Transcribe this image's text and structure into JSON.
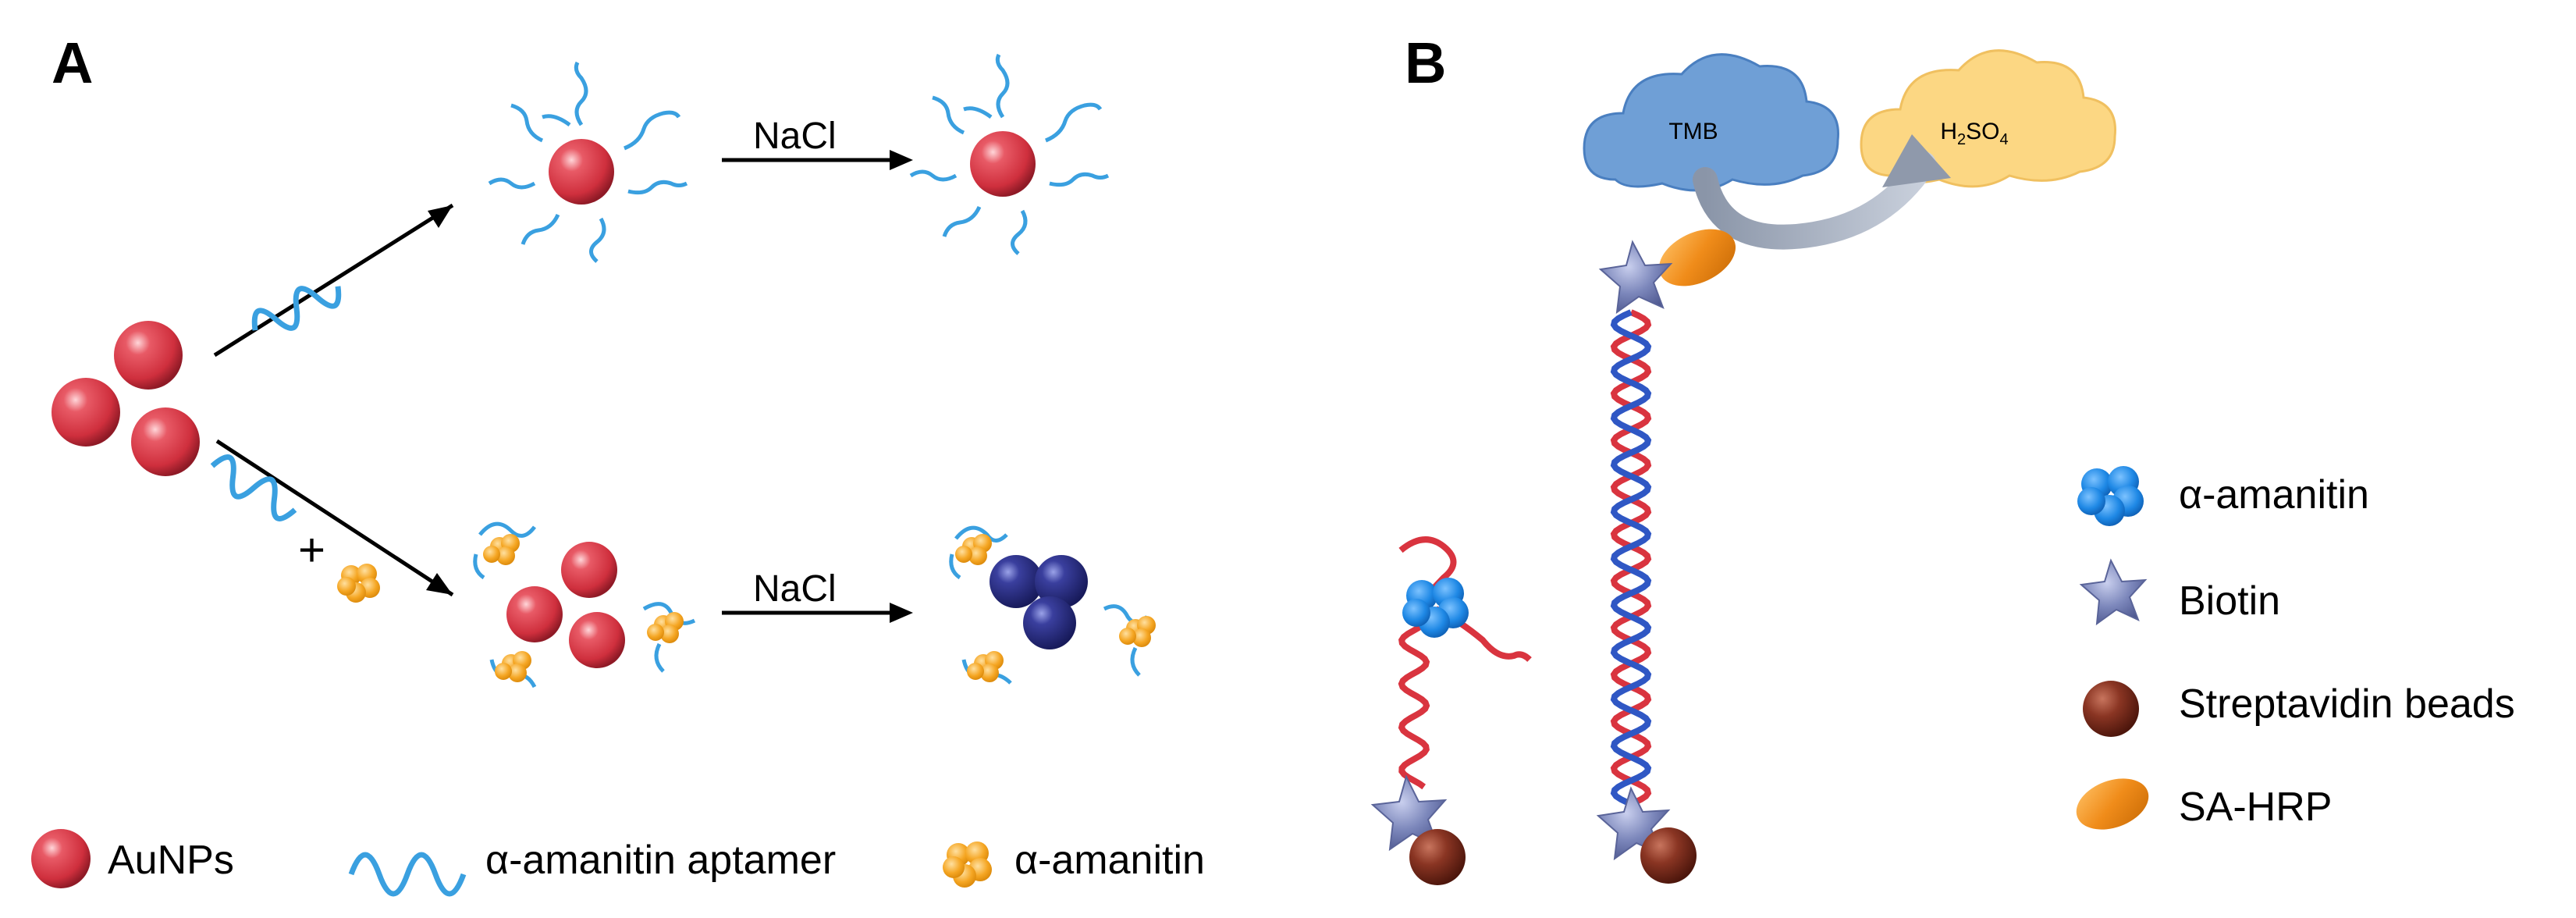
{
  "panel_a": {
    "label": "A",
    "arrow_label_top": "NaCl",
    "arrow_label_bottom": "NaCl",
    "plus_sign": "+",
    "legend": {
      "aunps": "AuNPs",
      "aptamer": "α-amanitin aptamer",
      "amanitin": "α-amanitin"
    }
  },
  "panel_b": {
    "label": "B",
    "cloud_left": "TMB",
    "cloud_right_main": "H",
    "cloud_right_sub1": "2",
    "cloud_right_mid": "SO",
    "cloud_right_sub2": "4",
    "legend": {
      "amanitin": "α-amanitin",
      "biotin": "Biotin",
      "beads": "Streptavidin beads",
      "sahrp": "SA-HRP"
    }
  },
  "colors": {
    "aunp_red": "#d63a48",
    "aunp_dark": "#9e1f2c",
    "aggregate_blue": "#2c2f8a",
    "aptamer_blue": "#3aa0e0",
    "amanitin_orange": "#f5a623",
    "amanitin_blue": "#1e88e5",
    "biotin_star": "#7b86b8",
    "bead_brown": "#7a2e1e",
    "sahrp_orange": "#f08c1a",
    "tmb_cloud": "#6f9fd6",
    "h2so4_cloud": "#fcd783"
  }
}
